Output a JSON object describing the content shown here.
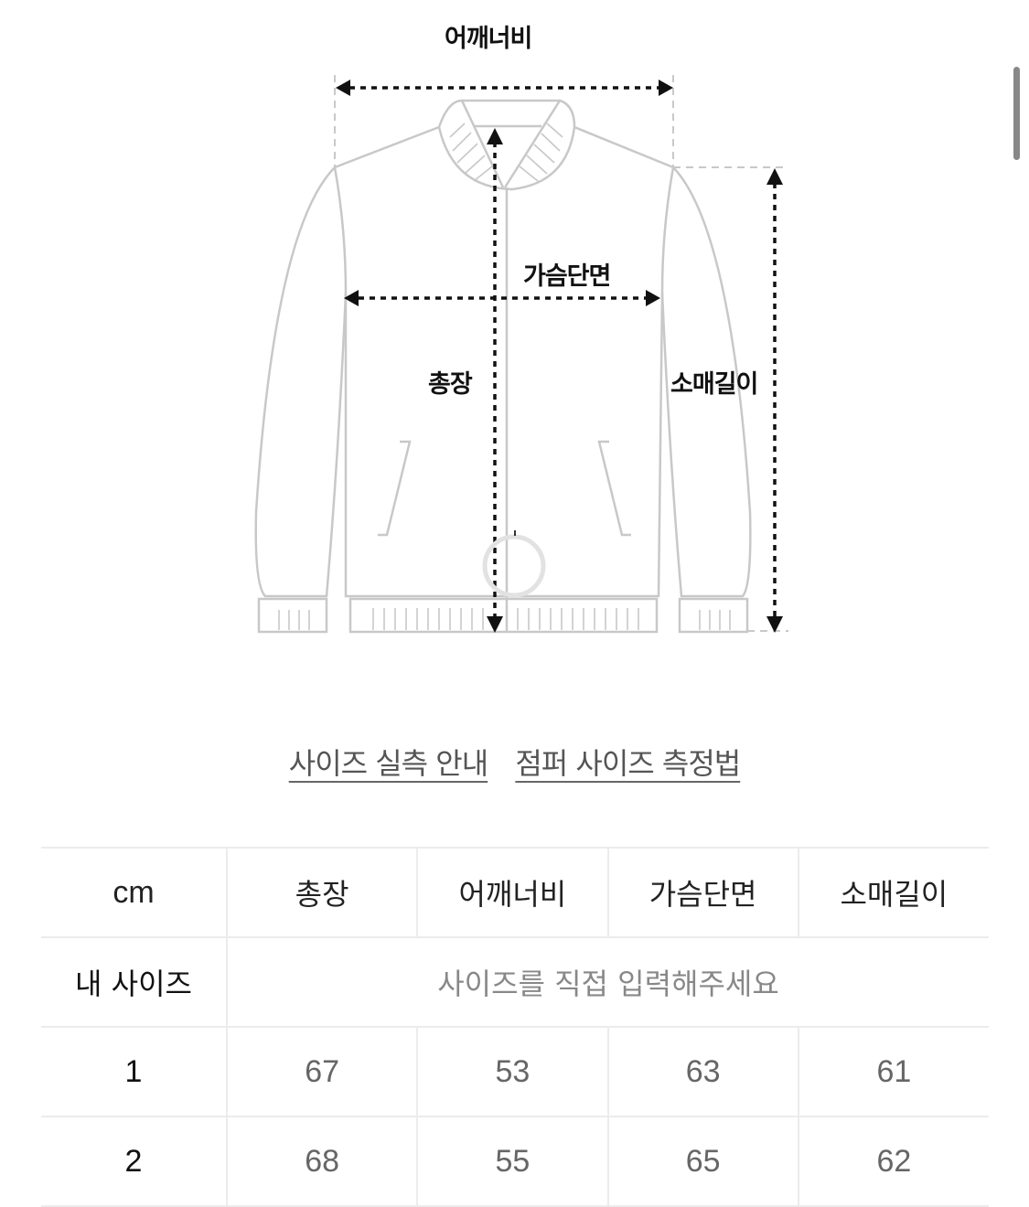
{
  "diagram": {
    "labels": {
      "shoulder": "어깨너비",
      "chest": "가슴단면",
      "length": "총장",
      "sleeve": "소매길이"
    },
    "garment": "jumper-jacket-outline",
    "loading_indicator": "spinner-ring"
  },
  "links": {
    "size_guide": "사이즈 실측 안내",
    "measure_method": "점퍼 사이즈 측정법"
  },
  "size_table": {
    "unit_label": "cm",
    "columns": [
      "총장",
      "어깨너비",
      "가슴단면",
      "소매길이"
    ],
    "my_size": {
      "label": "내 사이즈",
      "placeholder": "사이즈를 직접 입력해주세요"
    },
    "rows": [
      {
        "size": "1",
        "values": [
          "67",
          "53",
          "63",
          "61"
        ]
      },
      {
        "size": "2",
        "values": [
          "68",
          "55",
          "65",
          "62"
        ]
      }
    ]
  },
  "colors": {
    "outline": "#c8c8c8",
    "arrow": "#111111",
    "link_text": "#555555",
    "value_text": "#666666",
    "border": "#ececec"
  }
}
